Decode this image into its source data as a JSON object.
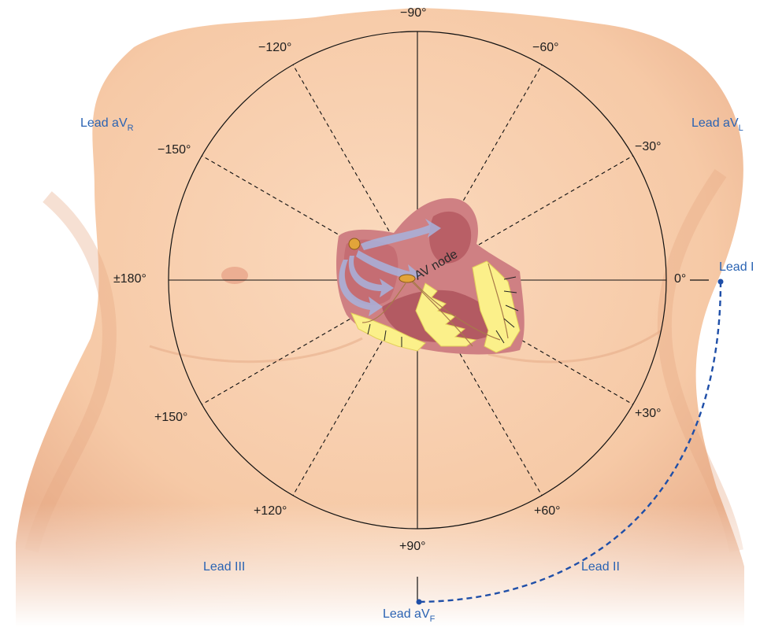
{
  "colors": {
    "skin": "#f6c9a6",
    "skin_shadow": "#e9a985",
    "skin_highlight": "#fbdcc2",
    "lead_blue": "#2a63b3",
    "dash_blue": "#1f4fa8",
    "circle_line": "#111111",
    "heart_wall": "#cf7b7e",
    "heart_chamber": "#b95f66",
    "purkinje": "#fbf08a",
    "arrow_lavender": "#a8b3dd"
  },
  "icons": {
    "sa_node": "sa-node-icon",
    "av_node": "av-node-icon",
    "heart": "heart-icon",
    "torso": "torso-illustration"
  },
  "angles": [
    {
      "key": "a_m90",
      "text": "−90°",
      "deg": -90
    },
    {
      "key": "a_m60",
      "text": "−60°",
      "deg": -60
    },
    {
      "key": "a_m30",
      "text": "−30°",
      "deg": -30
    },
    {
      "key": "a_0",
      "text": "0°",
      "deg": 0
    },
    {
      "key": "a_p30",
      "text": "+30°",
      "deg": 30
    },
    {
      "key": "a_p60",
      "text": "+60°",
      "deg": 60
    },
    {
      "key": "a_p90",
      "text": "+90°",
      "deg": 90
    },
    {
      "key": "a_p120",
      "text": "+120°",
      "deg": 120
    },
    {
      "key": "a_p150",
      "text": "+150°",
      "deg": 150
    },
    {
      "key": "a_180",
      "text": "±180°",
      "deg": 180
    },
    {
      "key": "a_m150",
      "text": "−150°",
      "deg": -150
    },
    {
      "key": "a_m120",
      "text": "−120°",
      "deg": -120
    }
  ],
  "labels": {
    "lead_avr": "Lead aV",
    "lead_avr_sub": "R",
    "lead_avl": "Lead aV",
    "lead_avl_sub": "L",
    "lead_avf": "Lead aV",
    "lead_avf_sub": "F",
    "lead_i": "Lead I",
    "lead_ii": "Lead II",
    "lead_iii": "Lead III",
    "av_node": "AV node"
  }
}
